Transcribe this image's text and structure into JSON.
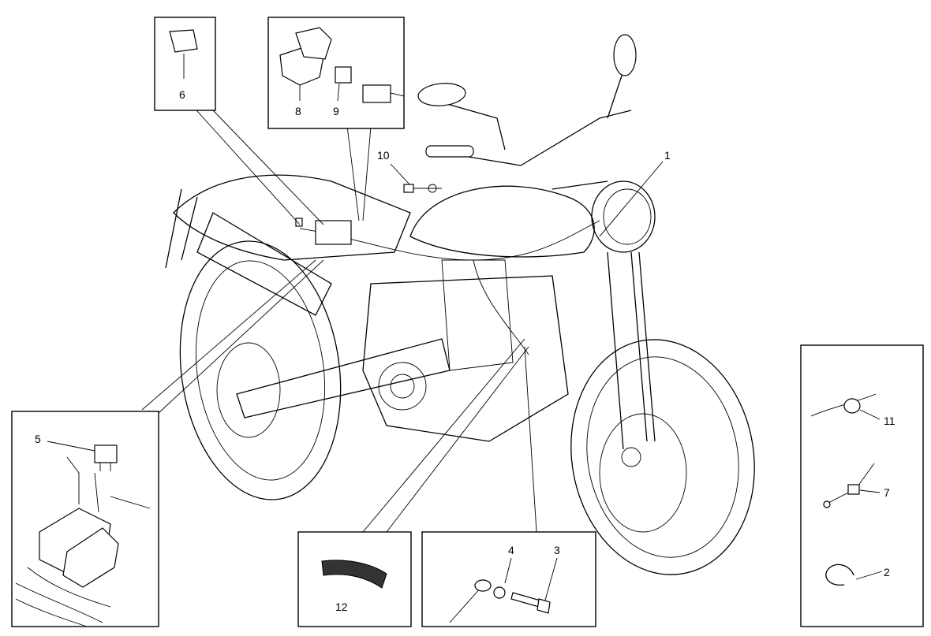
{
  "diagram": {
    "type": "exploded-parts-diagram",
    "callouts": {
      "c1": "1",
      "c2": "2",
      "c3": "3",
      "c4": "4",
      "c5": "5",
      "c6": "6",
      "c7": "7",
      "c8": "8",
      "c9": "9",
      "c10": "10",
      "c11": "11",
      "c12": "12"
    }
  }
}
